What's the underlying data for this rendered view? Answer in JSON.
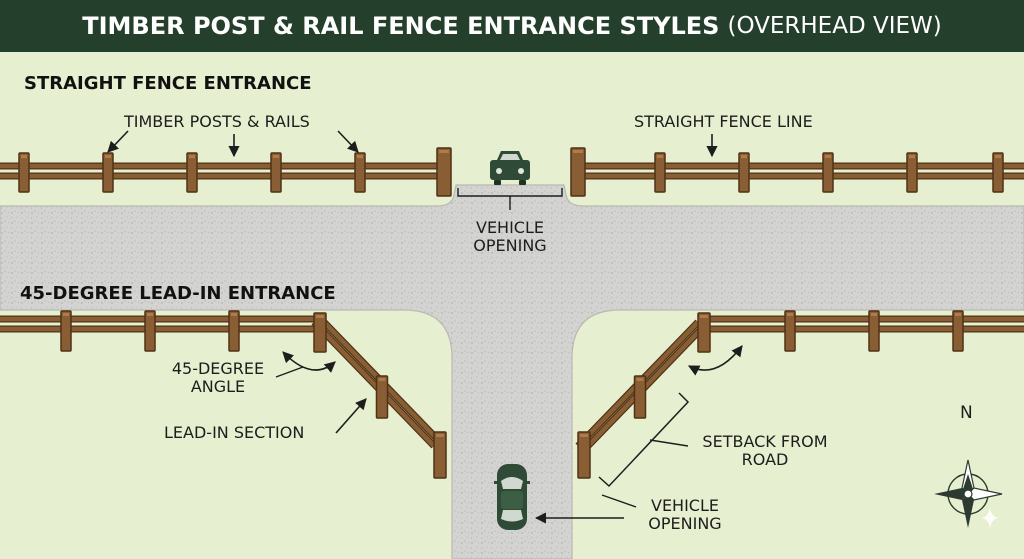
{
  "title": {
    "main": "TIMBER POST & RAIL FENCE ENTRANCE STYLES",
    "sub": "(OVERHEAD VIEW)"
  },
  "sections": {
    "straight": {
      "heading": "STRAIGHT FENCE ENTRANCE",
      "label_posts_rails": "TIMBER POSTS & RAILS",
      "label_fence_line": "STRAIGHT FENCE LINE",
      "label_opening_line1": "VEHICLE",
      "label_opening_line2": "OPENING"
    },
    "leadin": {
      "heading": "45-DEGREE LEAD-IN ENTRANCE",
      "label_angle_line1": "45-DEGREE",
      "label_angle_line2": "ANGLE",
      "label_section": "LEAD-IN SECTION",
      "label_setback_line1": "SETBACK FROM",
      "label_setback_line2": "ROAD",
      "label_opening_line1": "VEHICLE",
      "label_opening_line2": "OPENING"
    }
  },
  "compass": {
    "north_label": "N"
  },
  "colors": {
    "title_bg": "#24402d",
    "grass": "#e6efcf",
    "road": "#d3d3d1",
    "timber": "#8a5e34",
    "timber_dark": "#4e3216",
    "vehicle": "#2f4a36"
  },
  "icons": [
    "car-icon",
    "compass-icon",
    "sparkle-icon"
  ]
}
